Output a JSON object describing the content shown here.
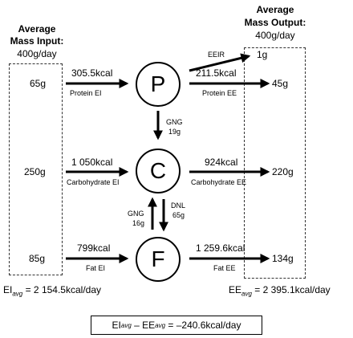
{
  "input": {
    "heading_line1": "Average",
    "heading_line2": "Mass Input:",
    "amount": "400g/day",
    "protein_mass": "65g",
    "carb_mass": "250g",
    "fat_mass": "85g"
  },
  "output": {
    "heading_line1": "Average",
    "heading_line2": "Mass Output:",
    "amount": "400g/day",
    "eeir_mass": "1g",
    "protein_mass": "45g",
    "carb_mass": "220g",
    "fat_mass": "134g"
  },
  "nodes": {
    "protein": "P",
    "carb": "C",
    "fat": "F"
  },
  "flows": {
    "protein_in_kcal": "305.5kcal",
    "protein_in_label": "Protein EI",
    "protein_out_kcal": "211.5kcal",
    "protein_out_label": "Protein EE",
    "eeir_label": "EEIR",
    "carb_in_kcal": "1 050kcal",
    "carb_in_label": "Carbohydrate EI",
    "carb_out_kcal": "924kcal",
    "carb_out_label": "Carbohydrate EE",
    "fat_in_kcal": "799kcal",
    "fat_in_label": "Fat EI",
    "fat_out_kcal": "1 259.6kcal",
    "fat_out_label": "Fat EE",
    "gng_pc_label": "GNG",
    "gng_pc_value": "19g",
    "gng_fc_label": "GNG",
    "gng_fc_value": "16g",
    "dnl_label": "DNL",
    "dnl_value": "65g"
  },
  "totals": {
    "ei_prefix": "EI",
    "ei_sub": "avg",
    "ei_value": "= 2 154.5kcal/day",
    "ee_prefix": "EE",
    "ee_sub": "avg",
    "ee_value": "= 2 395.1kcal/day",
    "balance_ei": "EI",
    "balance_ei_sub": "avg",
    "balance_minus": "– EE",
    "balance_ee_sub": "avg",
    "balance_value": "= –240.6kcal/day"
  }
}
